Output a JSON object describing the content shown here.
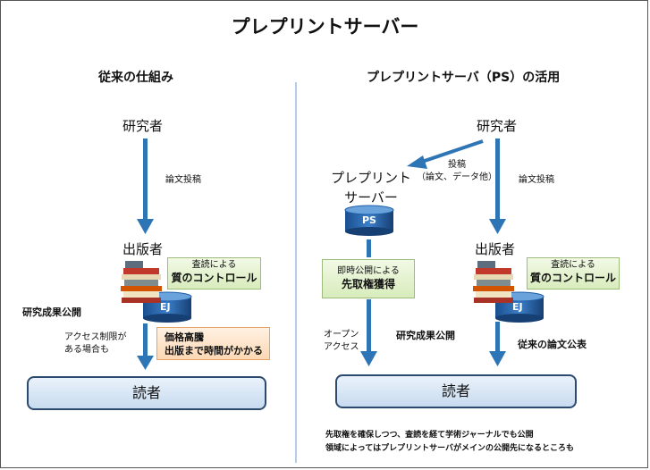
{
  "title": "プレプリントサーバー",
  "left": {
    "heading": "従来の仕組み",
    "researcher": "研究者",
    "submit": "論文投稿",
    "publisher": "出版者",
    "peer_review": {
      "line1": "査読による",
      "line2": "質のコントロール"
    },
    "ej": "EJ",
    "publish_label": "研究成果公開",
    "access_note": {
      "line1": "アクセス制限が",
      "line2": "ある場合も"
    },
    "cost_note": {
      "line1": "価格高騰",
      "line2": "出版まで時間がかかる"
    },
    "reader": "読者"
  },
  "right": {
    "heading": "プレプリントサーバ（PS）の活用",
    "researcher": "研究者",
    "submit_ps": {
      "line1": "投稿",
      "line2": "（論文、データ他）"
    },
    "ps_name": {
      "line1": "プレプリント",
      "line2": "サーバー"
    },
    "ps": "PS",
    "submit": "論文投稿",
    "publisher": "出版者",
    "instant": {
      "line1": "即時公開による",
      "line2": "先取権獲得"
    },
    "peer_review": {
      "line1": "査読による",
      "line2": "質のコントロール"
    },
    "ej": "EJ",
    "open_access": {
      "line1": "オープン",
      "line2": "アクセス"
    },
    "publish_label": "研究成果公開",
    "traditional": "従来の論文公表",
    "reader": "読者",
    "footnote": {
      "line1": "先取権を確保しつつ、査読を経て学術ジャーナルでも公開",
      "line2": "領域によってはプレプリントサーバがメインの公開先になるところも"
    }
  },
  "colors": {
    "arrow": "#2e75b6",
    "cylinder": "#1f5fa8",
    "divider": "#6b9bd1"
  }
}
